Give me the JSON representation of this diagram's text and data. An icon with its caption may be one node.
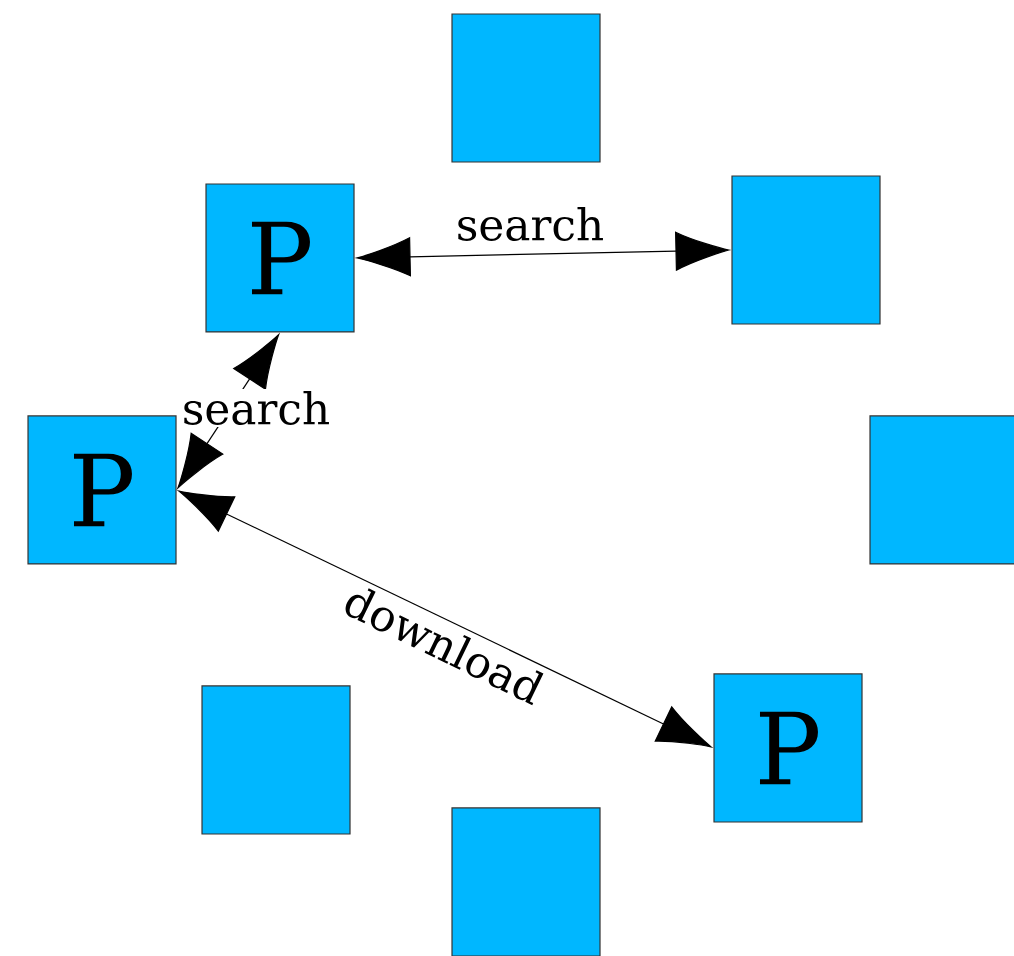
{
  "diagram": {
    "nodes": [
      {
        "text": [],
        "shape": "box"
      },
      {
        "text": [
          "P"
        ]
      },
      {
        "text": [],
        "shape": "box"
      },
      {
        "text": [
          "P"
        ]
      },
      {
        "text": [],
        "shape": "box"
      },
      {
        "text": [],
        "shape": "box"
      },
      {
        "text": [
          "P"
        ]
      },
      {
        "text": [],
        "shape": "box"
      }
    ],
    "edges": [
      {
        "from": 1,
        "to": 2,
        "arrow": "both",
        "label": "search"
      },
      {
        "from": 1,
        "to": 3,
        "arrow": "both",
        "label": "search"
      },
      {
        "from": 3,
        "to": 6,
        "arrow": "both",
        "label": "download"
      }
    ]
  }
}
